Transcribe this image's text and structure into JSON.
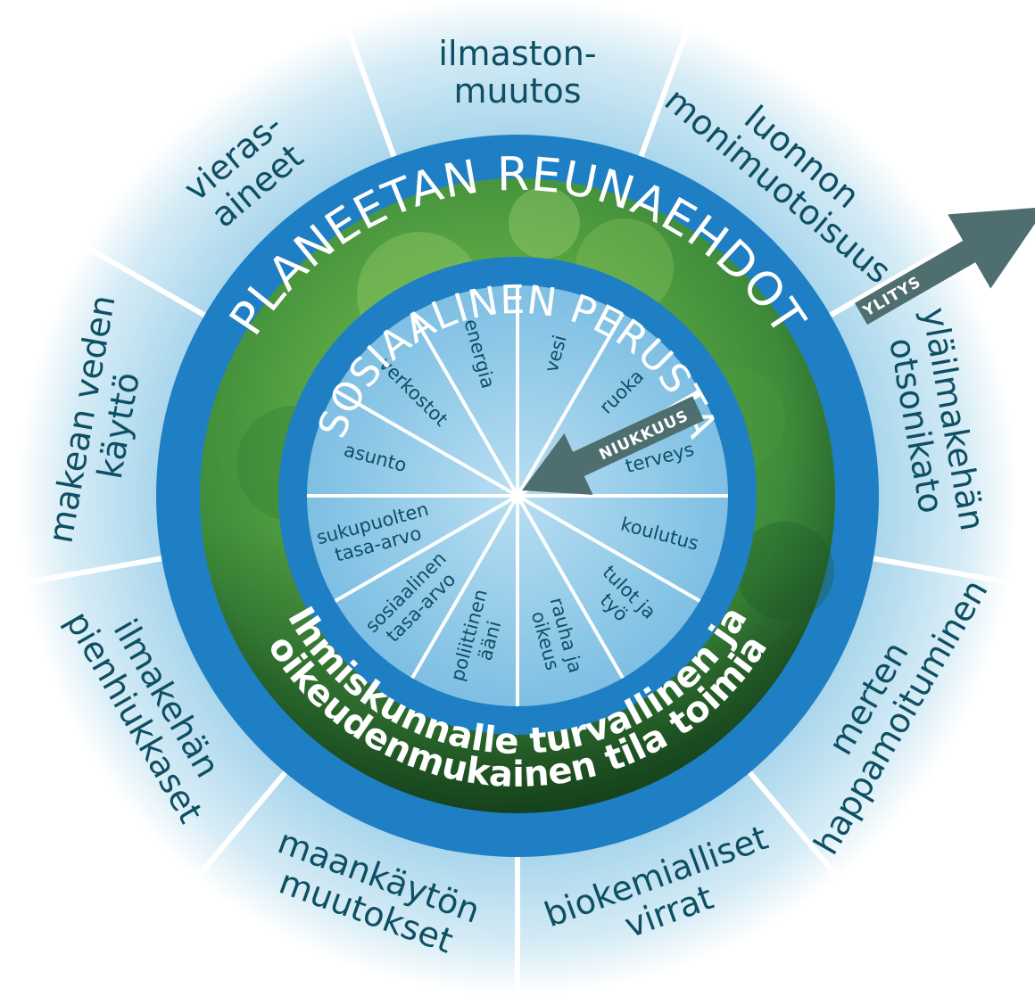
{
  "planetary_boundaries_title": "PLANEETAN REUNAEHDOT",
  "social_foundation_title": "SOSIAALINEN PERUSTA",
  "safe_space_text": [
    "Ihmiskunnalle turvallinen ja",
    "oikeudenmukainen tila toimia"
  ],
  "overshoot_label": "YLITYS",
  "shortfall_label": "NIUKKUUS",
  "boundaries": [
    {
      "lines": [
        "ilmaston-",
        "muutos"
      ]
    },
    {
      "lines": [
        "luonnon",
        "monimuotoisuus"
      ]
    },
    {
      "lines": [
        "yläilmakehän",
        "otsonikato"
      ]
    },
    {
      "lines": [
        "merten",
        "happamoituminen"
      ]
    },
    {
      "lines": [
        "biokemialliset",
        "virrat"
      ]
    },
    {
      "lines": [
        "maankäytön",
        "muutokset"
      ]
    },
    {
      "lines": [
        "ilmakehän",
        "pienhiukkaset"
      ]
    },
    {
      "lines": [
        "makean veden",
        "käyttö"
      ]
    },
    {
      "lines": [
        "vieras-",
        "aineet"
      ]
    }
  ],
  "foundations": [
    {
      "lines": [
        "vesi"
      ]
    },
    {
      "lines": [
        "ruoka"
      ]
    },
    {
      "lines": [
        "terveys"
      ]
    },
    {
      "lines": [
        "koulutus"
      ]
    },
    {
      "lines": [
        "tulot ja",
        "työ"
      ]
    },
    {
      "lines": [
        "rauha ja",
        "oikeus"
      ]
    },
    {
      "lines": [
        "poliittinen",
        "ääni"
      ]
    },
    {
      "lines": [
        "sosiaalinen",
        "tasa-arvo"
      ]
    },
    {
      "lines": [
        "sukupuolten",
        "tasa-arvo"
      ]
    },
    {
      "lines": [
        "asunto"
      ]
    },
    {
      "lines": [
        "verkostot"
      ]
    },
    {
      "lines": [
        "energia"
      ]
    }
  ],
  "colors": {
    "ring_blue": "#1f7fc4",
    "outer_band": "#9fd0e8",
    "inner_disc": "#8dc6e6",
    "green_light": "#6ab04c",
    "green_dark": "#1f5f2a",
    "arrow_gray": "#4e6e70",
    "label_text": "#0d4f63"
  }
}
